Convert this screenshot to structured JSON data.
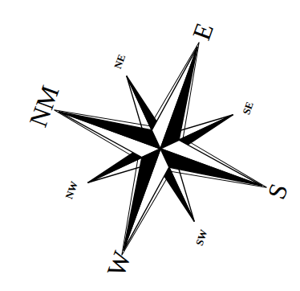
{
  "diagram": {
    "labels": [
      "E",
      "NE",
      "NM",
      "SE",
      "NW",
      "S",
      "SW",
      "W"
    ]
  }
}
